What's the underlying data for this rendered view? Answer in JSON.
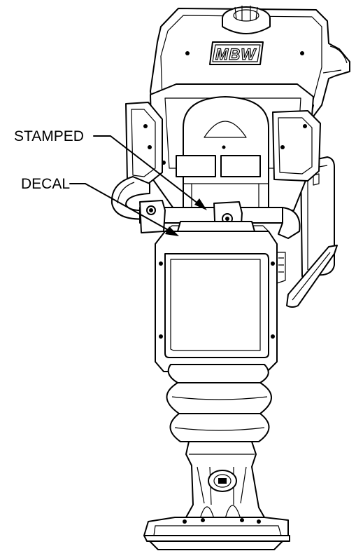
{
  "callouts": {
    "stamped": "STAMPED",
    "decal": "DECAL"
  },
  "logo": {
    "text": "MBW"
  },
  "colors": {
    "line": "#000000",
    "background": "#ffffff"
  }
}
